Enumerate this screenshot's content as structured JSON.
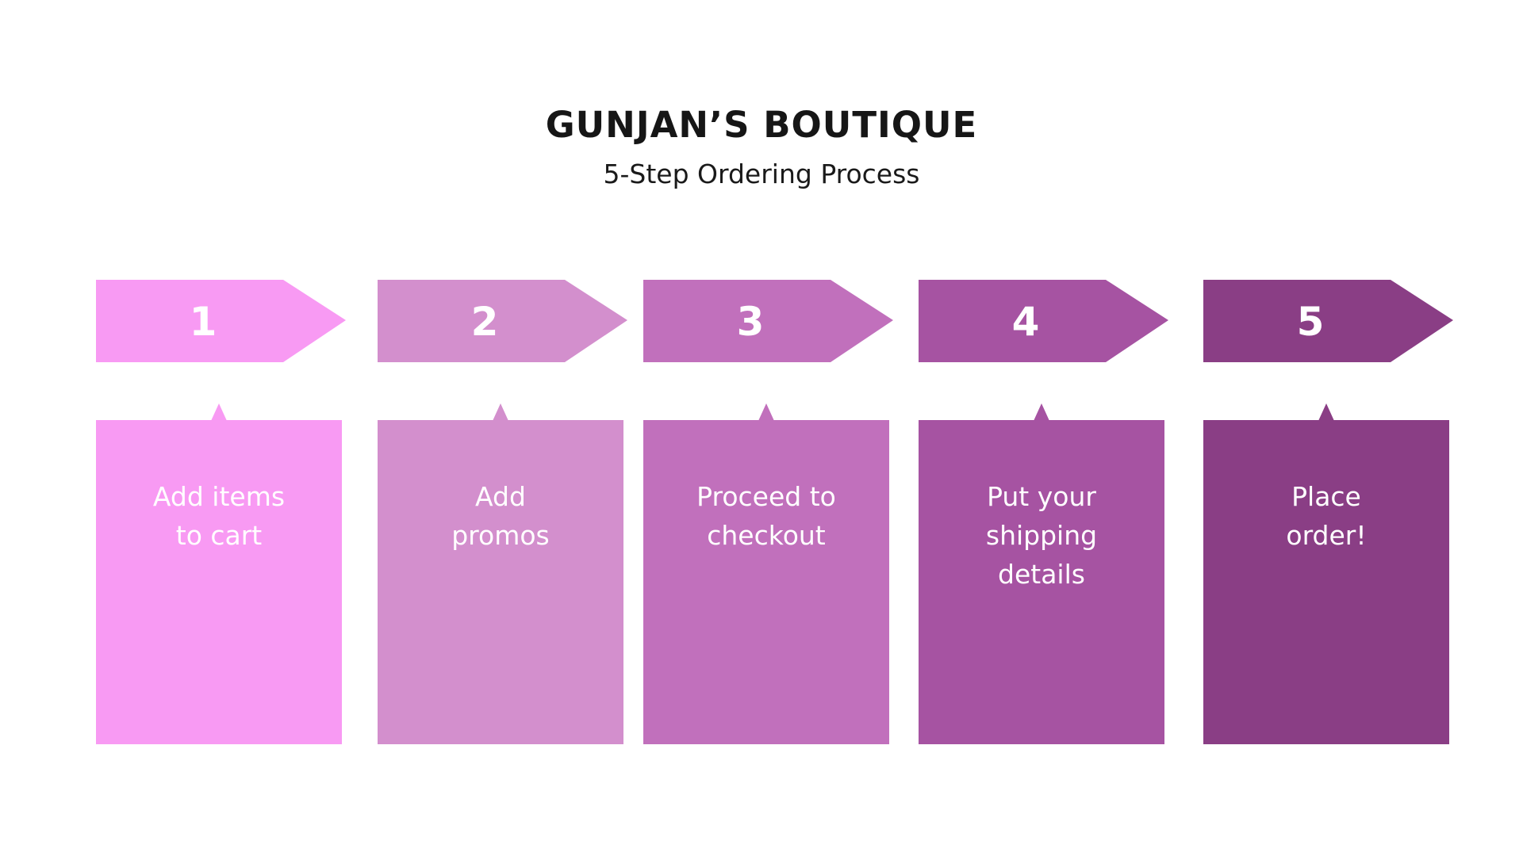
{
  "header": {
    "title": "GUNJAN’S BOUTIQUE",
    "subtitle": "5-Step Ordering Process"
  },
  "steps": [
    {
      "number": "1",
      "lines": [
        "Add items",
        "to cart"
      ],
      "color": "#f89af3"
    },
    {
      "number": "2",
      "lines": [
        "Add",
        "promos"
      ],
      "color": "#d38fcd"
    },
    {
      "number": "3",
      "lines": [
        "Proceed to",
        "checkout"
      ],
      "color": "#c170bc"
    },
    {
      "number": "4",
      "lines": [
        "Put your",
        "shipping",
        "details"
      ],
      "color": "#a653a2"
    },
    {
      "number": "5",
      "lines": [
        "Place",
        "order!"
      ],
      "color": "#8a3e85"
    }
  ]
}
